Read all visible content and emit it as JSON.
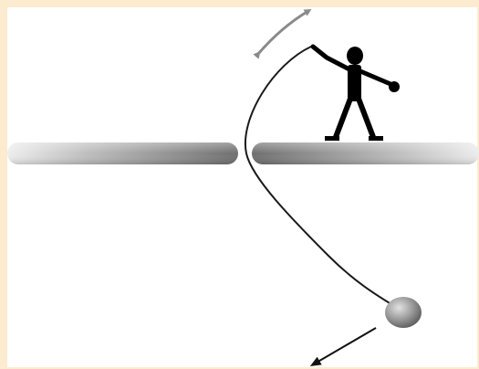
{
  "colors": {
    "frame_border": "#fdebd0",
    "background": "#ffffff",
    "figure": "#000000",
    "rope": "#1a1a1a",
    "motion_arrow": "#8a8a8a",
    "bar_dark": "#7d7d7d",
    "bar_light": "#e6e6e6",
    "ball_light": "#d9d9d9",
    "ball_dark": "#6e6e6e"
  },
  "icons": {
    "person": "stick-figure-person",
    "oscillation": "double-headed-curved-arrow",
    "direction": "arrow-down-left"
  }
}
